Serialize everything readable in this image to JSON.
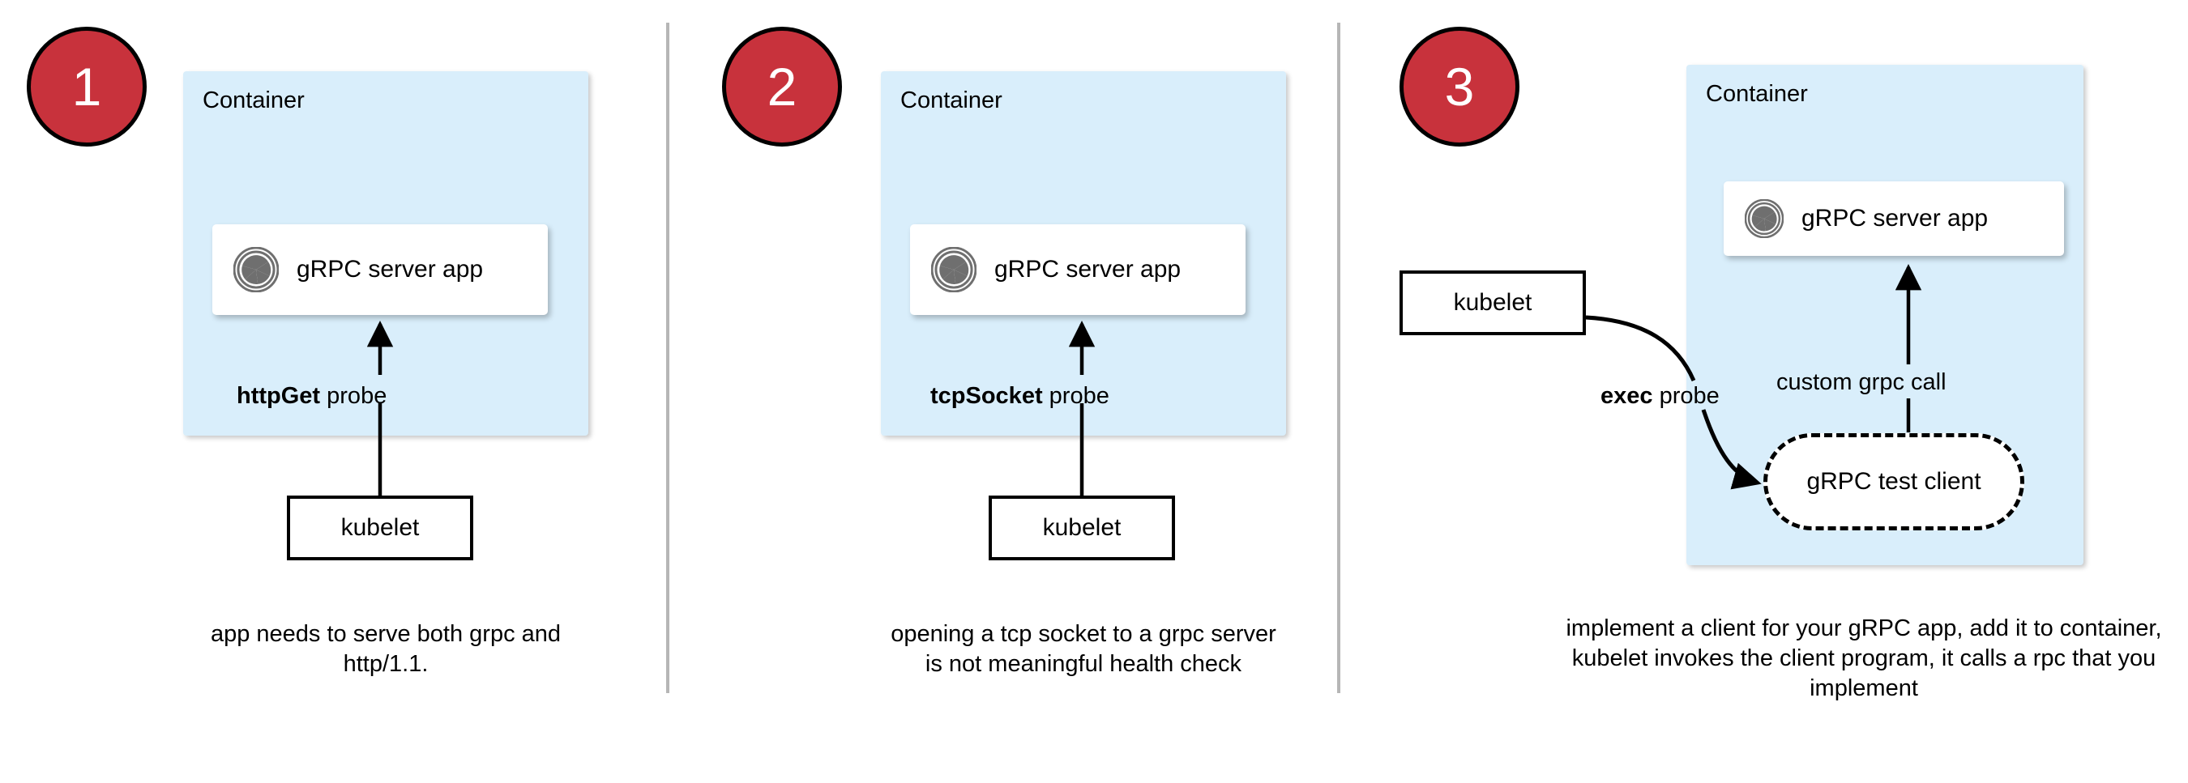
{
  "colors": {
    "accent_red": "#c8323c",
    "container_fill": "#d9eefb",
    "card_fill": "#ffffff",
    "stroke": "#000000",
    "divider": "#b6b6b6"
  },
  "panels": [
    {
      "step_number": "1",
      "container_label": "Container",
      "app_label": "gRPC server app",
      "app_icon": "grpc-aperture-icon",
      "probe_label_bold": "httpGet",
      "probe_label_rest": " probe",
      "kubelet_label": "kubelet",
      "caption": "app needs to serve both grpc and http/1.1."
    },
    {
      "step_number": "2",
      "container_label": "Container",
      "app_label": "gRPC server app",
      "app_icon": "grpc-aperture-icon",
      "probe_label_bold": "tcpSocket",
      "probe_label_rest": " probe",
      "kubelet_label": "kubelet",
      "caption": "opening a tcp socket to a grpc server is not meaningful health check"
    },
    {
      "step_number": "3",
      "container_label": "Container",
      "app_label": "gRPC server app",
      "app_icon": "grpc-aperture-icon",
      "probe_label_bold": "exec",
      "probe_label_rest": " probe",
      "kubelet_label": "kubelet",
      "test_client_label": "gRPC test client",
      "custom_call_label": "custom grpc call",
      "caption": "implement a client for your gRPC app, add it to container, kubelet invokes the client program, it calls a rpc that you implement"
    }
  ]
}
